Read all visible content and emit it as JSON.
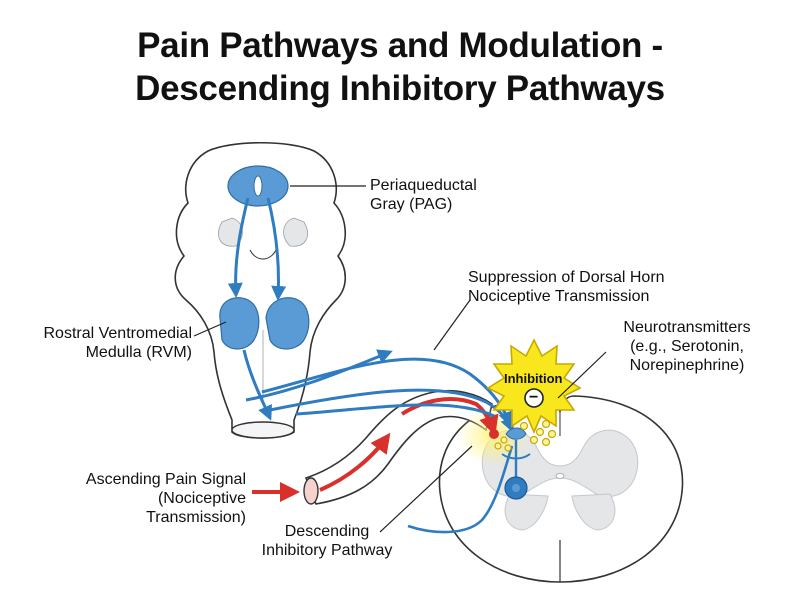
{
  "title": {
    "line1": "Pain Pathways and Modulation -",
    "line2": "Descending Inhibitory Pathways"
  },
  "labels": {
    "pag_line1": "Periaqueductal",
    "pag_line2": "Gray (PAG)",
    "rvm_line1": "Rostral Ventromedial",
    "rvm_line2": "Medulla (RVM)",
    "suppression_line1": "Suppression of Dorsal Horn",
    "suppression_line2": "Nociceptive Transmission",
    "nt_line1": "Neurotransmitters",
    "nt_line2": "(e.g., Serotonin,",
    "nt_line3": "Norepinephrine)",
    "inhibition": "Inhibition",
    "minus_sign": "−",
    "ascending_line1": "Ascending Pain Signal",
    "ascending_line2": "(Nociceptive",
    "ascending_line3": "Transmission)",
    "descending_line1": "Descending",
    "descending_line2": "Inhibitory Pathway"
  },
  "colors": {
    "descending_pathway": "#2f7cc0",
    "nucleus_fill": "#5b9bd5",
    "ascending_pathway": "#d9302c",
    "inhibition_burst": "#f8e71c",
    "gray_matter": "#e4e6e8",
    "outline": "#333333"
  }
}
